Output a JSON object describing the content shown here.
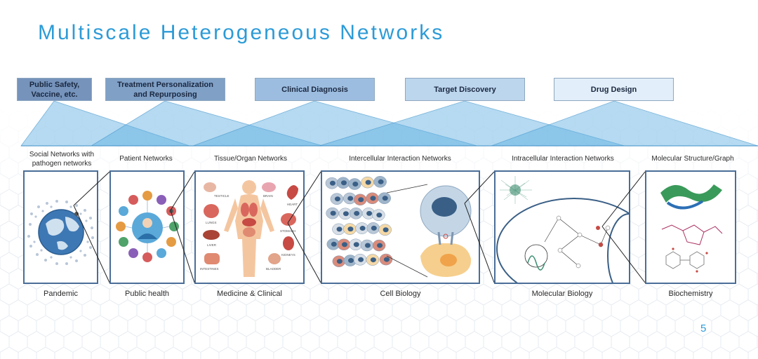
{
  "title": "Multiscale Heterogeneous Networks",
  "applications": [
    {
      "label": "Public Safety,\nVaccine, etc.",
      "color": "#7593bb"
    },
    {
      "label": "Treatment Personalization\nand Repurposing",
      "color": "#80a0c6"
    },
    {
      "label": "Clinical Diagnosis",
      "color": "#9dbde0"
    },
    {
      "label": "Target Discovery",
      "color": "#bcd6ee"
    },
    {
      "label": "Drug Design",
      "color": "#e2eef9"
    }
  ],
  "networks": [
    {
      "label": "Social Networks with\npathogen networks",
      "scale": "Pandemic"
    },
    {
      "label": "Patient Networks",
      "scale": "Public health"
    },
    {
      "label": "Tissue/Organ Networks",
      "scale": "Medicine & Clinical"
    },
    {
      "label": "Intercellular Interaction Networks",
      "scale": "Cell Biology"
    },
    {
      "label": "Intracellular Interaction Networks",
      "scale": "Molecular Biology"
    },
    {
      "label": "Molecular Structure/Graph",
      "scale": "Biochemistry"
    }
  ],
  "organ_labels": [
    "TESTICLE",
    "BRAIN",
    "HEART",
    "LUNGS",
    "STOMACH",
    "LIVER",
    "KIDNEYS",
    "INTESTINES",
    "BLADDER"
  ],
  "page_number": "5",
  "colors": {
    "accent": "#2d9bd7",
    "triangle": "#5aaee0",
    "panel_border": "#4a6e98"
  }
}
